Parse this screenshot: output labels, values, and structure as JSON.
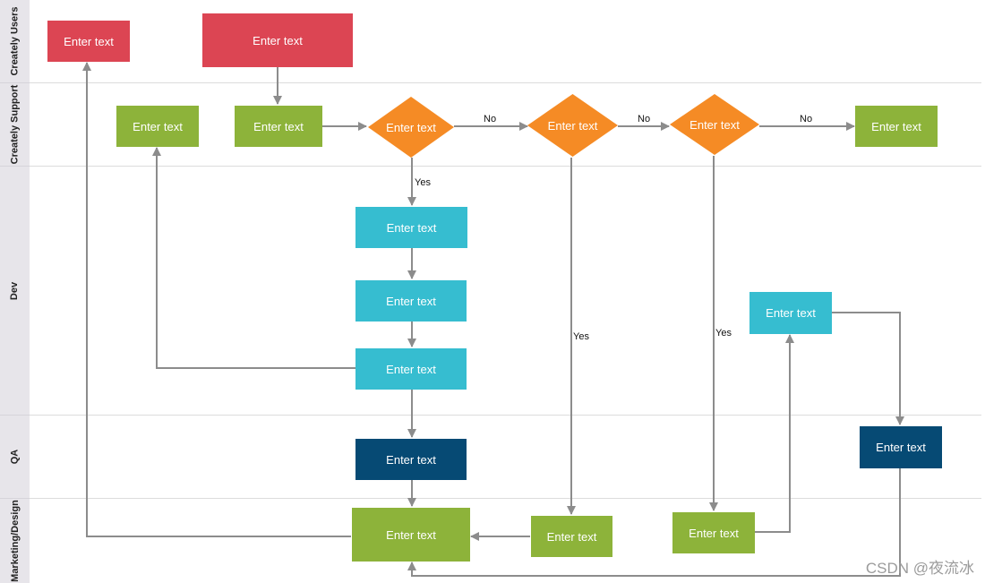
{
  "lanes": [
    {
      "label": "Creately Users"
    },
    {
      "label": "Creately Support"
    },
    {
      "label": "Dev"
    },
    {
      "label": "QA"
    },
    {
      "label": "Marketing/Design"
    }
  ],
  "nodes": {
    "users_task_left": "Enter text",
    "users_task_right": "Enter text",
    "support_task_left": "Enter text",
    "support_task_main": "Enter text",
    "decision_1": "Enter text",
    "decision_2": "Enter text",
    "decision_3": "Enter text",
    "support_task_end": "Enter text",
    "dev_task_1": "Enter text",
    "dev_task_2": "Enter text",
    "dev_task_3": "Enter text",
    "dev_task_right": "Enter text",
    "qa_task_center": "Enter text",
    "qa_task_right": "Enter text",
    "marketing_task_main": "Enter text",
    "marketing_task_mid": "Enter text",
    "marketing_task_right": "Enter text"
  },
  "edge_labels": {
    "no_1": "No",
    "no_2": "No",
    "no_3": "No",
    "yes_1": "Yes",
    "yes_2": "Yes",
    "yes_3": "Yes"
  },
  "colors": {
    "red": "#dc4553",
    "green": "#8db33a",
    "orange": "#f58b25",
    "cyan": "#36bdd0",
    "navy": "#064a74",
    "connector": "#8c8c8c"
  },
  "watermark": "CSDN @夜流冰"
}
